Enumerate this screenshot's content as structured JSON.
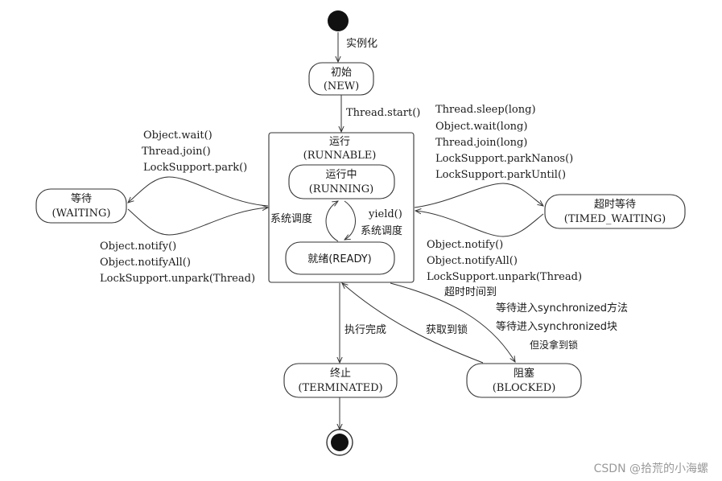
{
  "diagram": {
    "start_label": "实例化",
    "thread_start": "Thread.start()",
    "states": {
      "new_cn": "初始",
      "new_en": "(NEW)",
      "runnable_cn": "运行",
      "runnable_en": "(RUNNABLE)",
      "running_cn": "运行中",
      "running_en": "(RUNNING)",
      "ready": "就绪(READY)",
      "waiting_cn": "等待",
      "waiting_en": "(WAITING)",
      "timed_cn": "超时等待",
      "timed_en": "(TIMED_WAITING)",
      "blocked_cn": "阻塞",
      "blocked_en": "(BLOCKED)",
      "terminated_cn": "终止",
      "terminated_en": "(TERMINATED)"
    },
    "inner": {
      "schedule_left": "系统调度",
      "yield": "yield()",
      "schedule_right": "系统调度"
    },
    "to_waiting": [
      "Object.wait()",
      "Thread.join()",
      "LockSupport.park()"
    ],
    "from_waiting": [
      "Object.notify()",
      "Object.notifyAll()",
      "LockSupport.unpark(Thread)"
    ],
    "to_timed": [
      "Thread.sleep(long)",
      "Object.wait(long)",
      "Thread.join(long)",
      "LockSupport.parkNanos()",
      "LockSupport.parkUntil()"
    ],
    "from_timed": [
      "Object.notify()",
      "Object.notifyAll()",
      "LockSupport.unpark(Thread)"
    ],
    "timeout": "超时时间到",
    "to_blocked": [
      "等待进入synchronized方法",
      "等待进入synchronized块"
    ],
    "no_lock": "但没拿到锁",
    "get_lock": "获取到锁",
    "exec_done": "执行完成"
  },
  "watermark": "CSDN @拾荒的小海螺"
}
